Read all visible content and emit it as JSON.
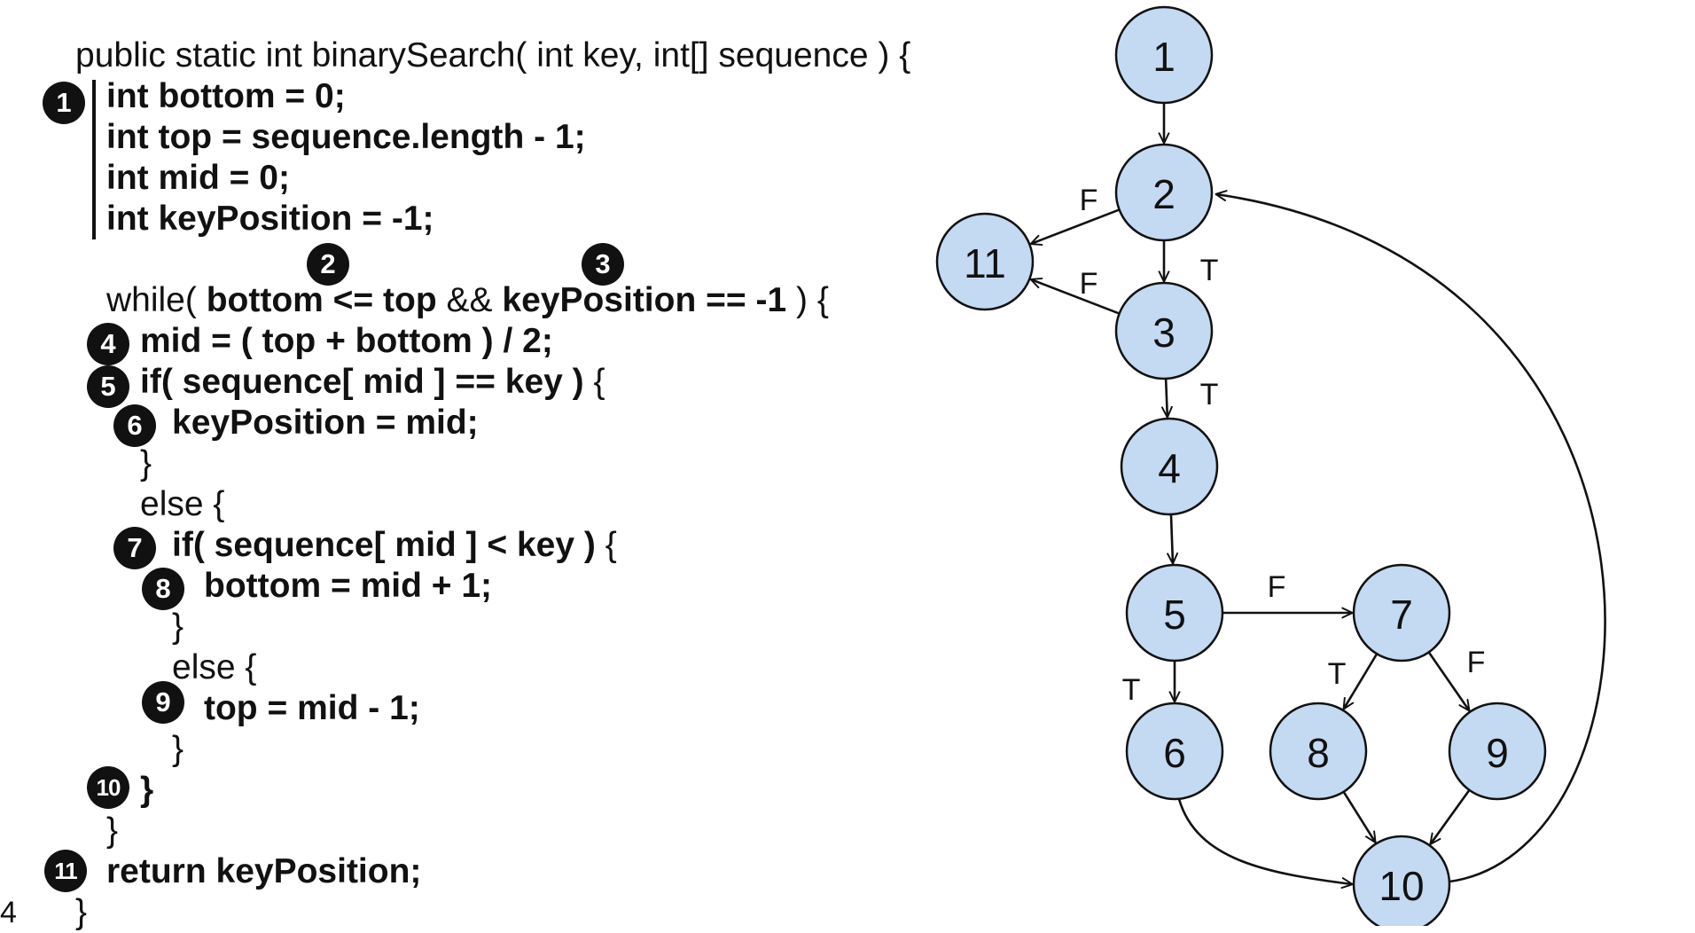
{
  "code": {
    "signature": "public static int binarySearch( int key, int[] sequence ) {",
    "decl_bottom": "int bottom = 0;",
    "decl_top": "int top = sequence.length - 1;",
    "decl_mid": "int mid = 0;",
    "decl_keypos": "int keyPosition = -1;",
    "while_open": "while( ",
    "while_cond1": "bottom <= top",
    "while_and": " && ",
    "while_cond2": "keyPosition == -1",
    "while_close": " ) {",
    "mid_assign": "mid = ( top + bottom ) / 2;",
    "if_eq": "if( sequence[ mid ] == key )",
    "brace_open": " {",
    "keypos_assign": "keyPosition = mid;",
    "brace_close": "}",
    "else_open": "else {",
    "if_lt": "if( sequence[ mid ] < key )",
    "bottom_assign": "bottom = mid + 1;",
    "top_assign": "top = mid - 1;",
    "return_stmt": "return keyPosition;",
    "left_edge_fragment": "4"
  },
  "markers": [
    "1",
    "2",
    "3",
    "4",
    "5",
    "6",
    "7",
    "8",
    "9",
    "10",
    "11"
  ],
  "graph": {
    "nodes": [
      "1",
      "2",
      "3",
      "4",
      "5",
      "6",
      "7",
      "8",
      "9",
      "10",
      "11"
    ],
    "edges": [
      {
        "from": "1",
        "to": "2",
        "label": ""
      },
      {
        "from": "2",
        "to": "3",
        "label": "T"
      },
      {
        "from": "2",
        "to": "11",
        "label": "F"
      },
      {
        "from": "3",
        "to": "4",
        "label": "T"
      },
      {
        "from": "3",
        "to": "11",
        "label": "F"
      },
      {
        "from": "4",
        "to": "5",
        "label": ""
      },
      {
        "from": "5",
        "to": "6",
        "label": "T"
      },
      {
        "from": "5",
        "to": "7",
        "label": "F"
      },
      {
        "from": "7",
        "to": "8",
        "label": "T"
      },
      {
        "from": "7",
        "to": "9",
        "label": "F"
      },
      {
        "from": "6",
        "to": "10",
        "label": ""
      },
      {
        "from": "8",
        "to": "10",
        "label": ""
      },
      {
        "from": "9",
        "to": "10",
        "label": ""
      },
      {
        "from": "10",
        "to": "2",
        "label": ""
      }
    ]
  }
}
